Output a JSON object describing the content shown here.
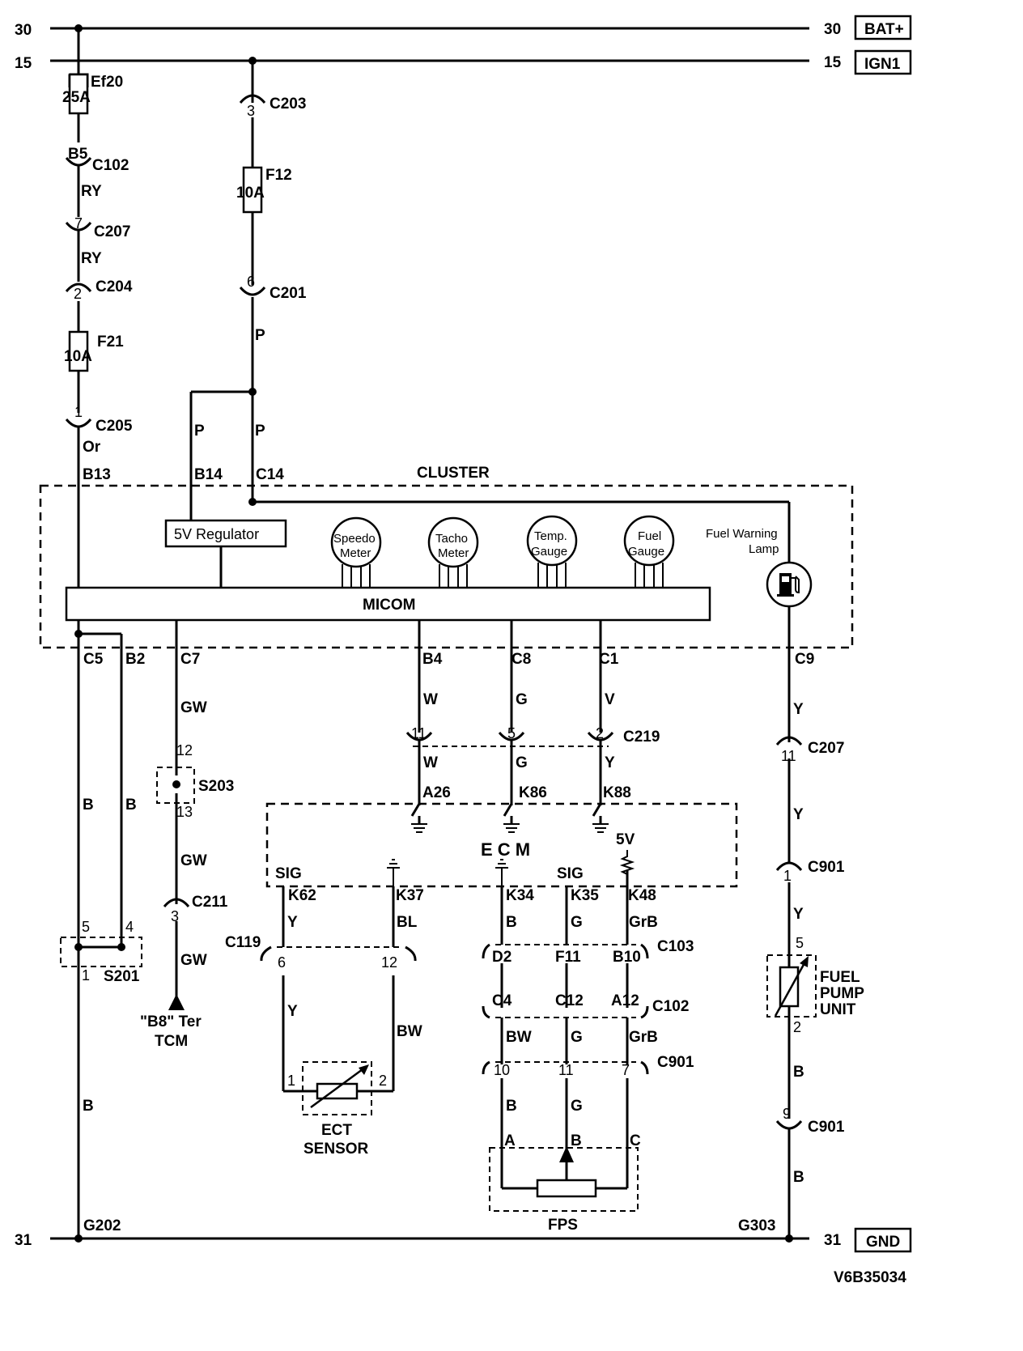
{
  "rails": {
    "bat_num_left": "30",
    "bat_num_right": "30",
    "bat_label": "BAT+",
    "ign_num_left": "15",
    "ign_num_right": "15",
    "ign_label": "IGN1",
    "gnd_num_left": "31",
    "gnd_num_right": "31",
    "gnd_label": "GND"
  },
  "left_chain": {
    "fuse_ef20": "Ef20",
    "fuse_ef20_rating": "25A",
    "b5": "B5",
    "c102": "C102",
    "ry1": "RY",
    "c207_pin": "7",
    "c207": "C207",
    "ry2": "RY",
    "c204_pin": "2",
    "c204": "C204",
    "f21": "F21",
    "f21_rating": "10A",
    "c205_pin": "1",
    "c205": "C205",
    "or": "Or",
    "b13": "B13",
    "b14": "B14"
  },
  "mid_chain": {
    "c203_pin": "3",
    "c203": "C203",
    "f12": "F12",
    "f12_rating": "10A",
    "c201_pin": "6",
    "c201": "C201",
    "p1": "P",
    "p2": "P",
    "p3": "P",
    "c14": "C14"
  },
  "cluster": {
    "title": "CLUSTER",
    "regulator": "5V Regulator",
    "micom": "MICOM",
    "speedo_1": "Speedo",
    "speedo_2": "Meter",
    "tacho_1": "Tacho",
    "tacho_2": "Meter",
    "temp_1": "Temp.",
    "temp_2": "Gauge",
    "fuel_1": "Fuel",
    "fuel_2": "Gauge",
    "lamp_1": "Fuel Warning",
    "lamp_2": "Lamp"
  },
  "cluster_pins": {
    "c5": "C5",
    "b2": "B2",
    "c7": "C7",
    "b4": "B4",
    "c8": "C8",
    "c1": "C1",
    "c9": "C9"
  },
  "wires": {
    "gw1": "GW",
    "gw2": "GW",
    "gw3": "GW",
    "b_left1": "B",
    "b_left2": "B",
    "b_left3": "B",
    "w1": "W",
    "w2": "W",
    "g1": "G",
    "g2": "G",
    "v": "V",
    "y_ecm": "Y",
    "y1": "Y",
    "y2": "Y",
    "y3": "Y",
    "b_right1": "B",
    "b_right2": "B"
  },
  "connectors": {
    "c219": "C219",
    "c219_p11": "11",
    "c219_p5": "5",
    "c219_p2": "2",
    "s203": "S203",
    "s203_12": "12",
    "s203_13": "13",
    "c211": "C211",
    "c211_pin": "3",
    "s201": "S201",
    "s201_5": "5",
    "s201_4": "4",
    "s201_1": "1",
    "tcm_1": "\"B8\" Ter",
    "tcm_2": "TCM",
    "c207r": "C207",
    "c207r_pin": "11",
    "c901a": "C901",
    "c901a_pin": "1",
    "c901b": "C901",
    "c901b_pin": "9",
    "g202": "G202",
    "g303": "G303"
  },
  "ecm": {
    "title": "E C M",
    "a26": "A26",
    "k86": "K86",
    "k88": "K88",
    "v5": "5V",
    "sig1": "SIG",
    "sig2": "SIG",
    "k62": "K62",
    "k37": "K37",
    "k34": "K34",
    "k35": "K35",
    "k48": "K48"
  },
  "ect": {
    "y": "Y",
    "bl": "BL",
    "c119": "C119",
    "p6": "6",
    "p12": "12",
    "y2": "Y",
    "bw": "BW",
    "p1": "1",
    "p2": "2",
    "label1": "ECT",
    "label2": "SENSOR"
  },
  "fps": {
    "b": "B",
    "g": "G",
    "grb": "GrB",
    "d2": "D2",
    "f11": "F11",
    "b10": "B10",
    "c103": "C103",
    "c4": "C4",
    "c12": "C12",
    "a12": "A12",
    "c102": "C102",
    "bw": "BW",
    "g2": "G",
    "grb2": "GrB",
    "p10": "10",
    "p11": "11",
    "p7": "7",
    "c901": "C901",
    "b2": "B",
    "g3": "G",
    "pa": "A",
    "pb": "B",
    "pc": "C",
    "label": "FPS"
  },
  "pump": {
    "p5": "5",
    "p2": "2",
    "label1": "FUEL",
    "label2": "PUMP",
    "label3": "UNIT"
  },
  "footer_id": "V6B35034"
}
